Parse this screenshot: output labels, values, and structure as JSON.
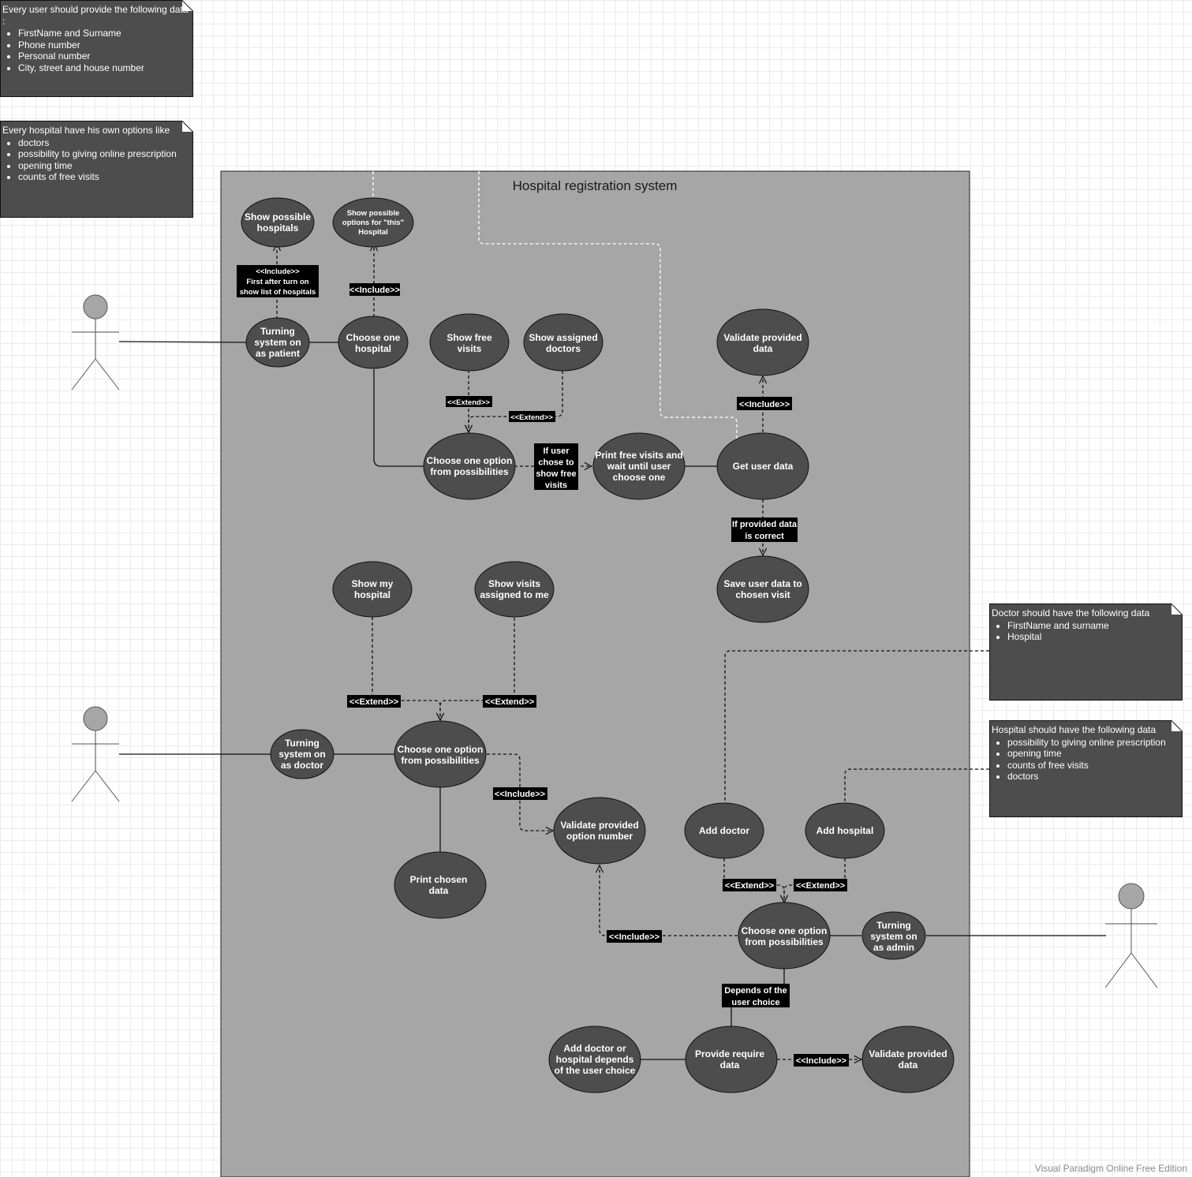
{
  "system": {
    "title": "Hospital registration system"
  },
  "notes": {
    "user": {
      "intro": "Every user should provide the following data :",
      "items": [
        "FirstName and Surname",
        "Phone number",
        "Personal number",
        "City, street and house number"
      ]
    },
    "hospital_options": {
      "intro": "Every hospital have his own options like",
      "items": [
        "doctors",
        "possibility to giving online prescription",
        "opening time",
        "counts of free visits"
      ]
    },
    "doctor": {
      "intro": "Doctor should have the following data",
      "items": [
        "FirstName and surname",
        "Hospital"
      ]
    },
    "hospital": {
      "intro": "Hospital should have the following data",
      "items": [
        "possibility to giving online prescription",
        "opening time",
        "counts of free visits",
        "doctors"
      ]
    }
  },
  "use_cases": {
    "show_hospitals": [
      "Show possible",
      "hospitals"
    ],
    "show_options": [
      "Show possible",
      "options for \"this\"",
      "Hospital"
    ],
    "turn_on_patient": [
      "Turning",
      "system on",
      "as patient"
    ],
    "choose_hospital": [
      "Choose one",
      "hospital"
    ],
    "show_free_visits": [
      "Show free",
      "visits"
    ],
    "show_assigned_doctors": [
      "Show assigned",
      "doctors"
    ],
    "validate_data_top": [
      "Validate provided",
      "data"
    ],
    "choose_option_patient": [
      "Choose one option",
      "from possibilities"
    ],
    "print_free_visits": [
      "Print free visits and",
      "wait until user",
      "choose one"
    ],
    "get_user_data": [
      "Get user data"
    ],
    "save_user_data": [
      "Save user data to",
      "chosen visit"
    ],
    "show_my_hospital": [
      "Show my",
      "hospital"
    ],
    "show_visits_assigned": [
      "Show visits",
      "assigned to me"
    ],
    "turn_on_doctor": [
      "Turning",
      "system on",
      "as doctor"
    ],
    "choose_option_doctor": [
      "Choose one option",
      "from possibilities"
    ],
    "validate_option_number": [
      "Validate provided",
      "option number"
    ],
    "print_chosen_data": [
      "Print chosen",
      "data"
    ],
    "add_doctor": [
      "Add doctor"
    ],
    "add_hospital": [
      "Add hospital"
    ],
    "choose_option_admin": [
      "Choose one option",
      "from possibilities"
    ],
    "turn_on_admin": [
      "Turning",
      "system on",
      "as admin"
    ],
    "add_doctor_or_hospital": [
      "Add doctor or",
      "hospital depends",
      "of the user choice"
    ],
    "provide_require_data": [
      "Provide require",
      "data"
    ],
    "validate_data_bottom": [
      "Validate provided",
      "data"
    ]
  },
  "relations": {
    "include_first": [
      "<<Include>>",
      "First after turn on",
      "show list of hospitals"
    ],
    "include_options": [
      "<<Include>>"
    ],
    "extend_free_visits": [
      "<<Extend>>"
    ],
    "extend_assigned_doctors": [
      "<<Extend>>"
    ],
    "include_validate_top": [
      "<<Include>>"
    ],
    "if_chose_free": [
      "If user",
      "chose to",
      "show free",
      "visits"
    ],
    "if_data_correct": [
      "If provided data",
      "is correct"
    ],
    "extend_my_hospital": [
      "<<Extend>>"
    ],
    "extend_visits_me": [
      "<<Extend>>"
    ],
    "include_validate_option": [
      "<<Include>>"
    ],
    "extend_add_doctor": [
      "<<Extend>>"
    ],
    "extend_add_hospital": [
      "<<Extend>>"
    ],
    "include_admin_validate": [
      "<<Include>>"
    ],
    "depends_choice": [
      "Depends of the",
      "user choice"
    ],
    "include_provide_validate": [
      "<<Include>>"
    ]
  },
  "watermark": "Visual Paradigm Online Free Edition",
  "colors": {
    "system_fill": "#a6a6a6",
    "use_case_fill": "#4d4d4d",
    "actor_head": "#a6a6a6",
    "label_fill": "#000000",
    "text": "#ffffff"
  }
}
